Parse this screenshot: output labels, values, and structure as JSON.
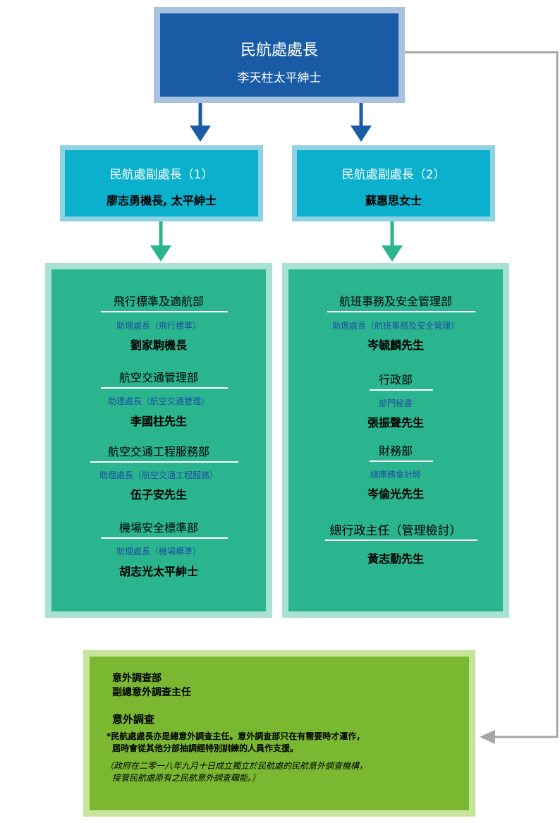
{
  "director": {
    "title": "民航處處長",
    "name": "李天柱太平紳士"
  },
  "deputies": [
    {
      "title": "民航處副處長（1）",
      "name": "廖志勇機長, 太平紳士"
    },
    {
      "title": "民航處副處長（2）",
      "name": "蘇惠思女士"
    }
  ],
  "divisions_left": [
    {
      "head": "飛行標準及適航部",
      "role": "助理處長（飛行標準）",
      "name": "劉家駒機長"
    },
    {
      "head": "航空交通管理部",
      "role": "助理處長（航空交通管理）",
      "name": "李國柱先生"
    },
    {
      "head": "航空交通工程服務部",
      "role": "助理處長（航空交通工程服務）",
      "name": "伍子安先生"
    },
    {
      "head": "機場安全標準部",
      "role": "助理處長（機場標準）",
      "name": "胡志光太平紳士"
    }
  ],
  "divisions_right": [
    {
      "head": "航班事務及安全管理部",
      "role": "助理處長（航班事務及安全管理）",
      "name": "岑毓麟先生"
    },
    {
      "head": "行政部",
      "role": "部門秘書",
      "name": "張振聲先生"
    },
    {
      "head": "財務部",
      "role": "總庫務會計師",
      "name": "岑倫光先生"
    },
    {
      "head": "總行政主任（管理檢討）",
      "role": "",
      "name": "黃志勤先生"
    }
  ],
  "investigation": {
    "line1": "意外調查部",
    "line2": "副總意外調查主任",
    "heading": "意外調查",
    "note1": "*民航處處長亦是總意外調查主任。意外調查部只在有需要時才運作，",
    "note2": "屆時會從其他分部抽調經特別訓練的人員作支援。",
    "italic1": "（政府在二零一八年九月十日成立獨立於民航處的民航意外調查機構，",
    "italic2": "接管民航處原有之民航意外調查職能。）"
  },
  "colors": {
    "director": "#1a5ba6",
    "deputy": "#0bb0cc",
    "division": "#2bb58f",
    "investigation": "#7ab831",
    "connector": "#a6a6a6"
  }
}
